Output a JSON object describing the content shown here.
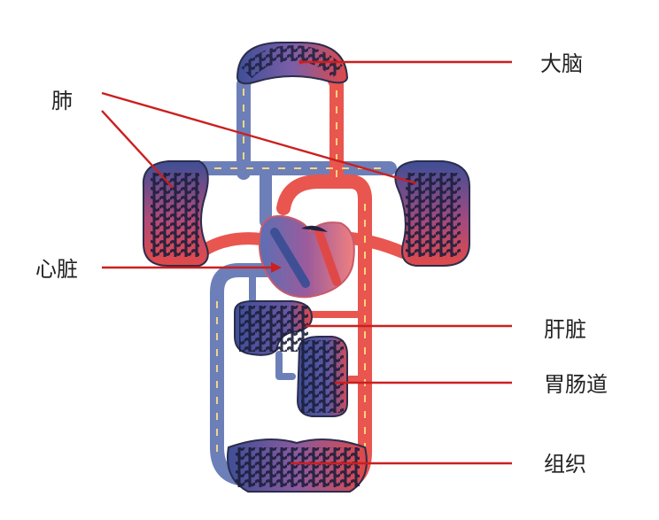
{
  "labels": {
    "brain": "大脑",
    "lung": "肺",
    "heart": "心脏",
    "liver": "肝脏",
    "gut": "胃肠道",
    "tissue": "组织"
  },
  "colors": {
    "oxygenated": "#e8564f",
    "deoxygenated": "#6d7fb8",
    "pointer": "#cc1f1f",
    "capillary_dark": "#1f2240"
  }
}
